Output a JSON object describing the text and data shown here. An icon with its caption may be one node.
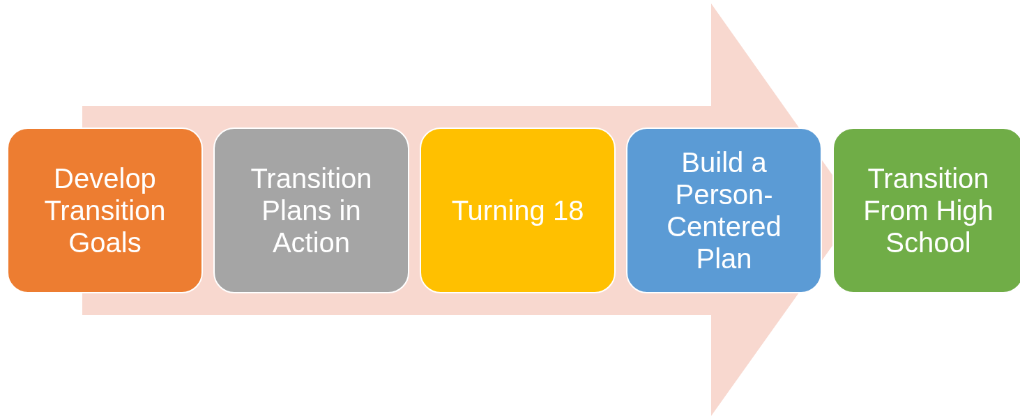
{
  "diagram": {
    "nodes": [
      {
        "text": [
          "Develop Transition Goals"
        ]
      },
      {
        "text": [
          "Transition Plans in Action"
        ]
      },
      {
        "text": [
          "Turning 18"
        ]
      },
      {
        "text": [
          "Build a Person-Centered Plan"
        ]
      },
      {
        "text": [
          "Transition From High School"
        ]
      }
    ],
    "edges": [
      {
        "from": 0,
        "to": 4,
        "arrow": "to",
        "style": "thick"
      }
    ]
  }
}
